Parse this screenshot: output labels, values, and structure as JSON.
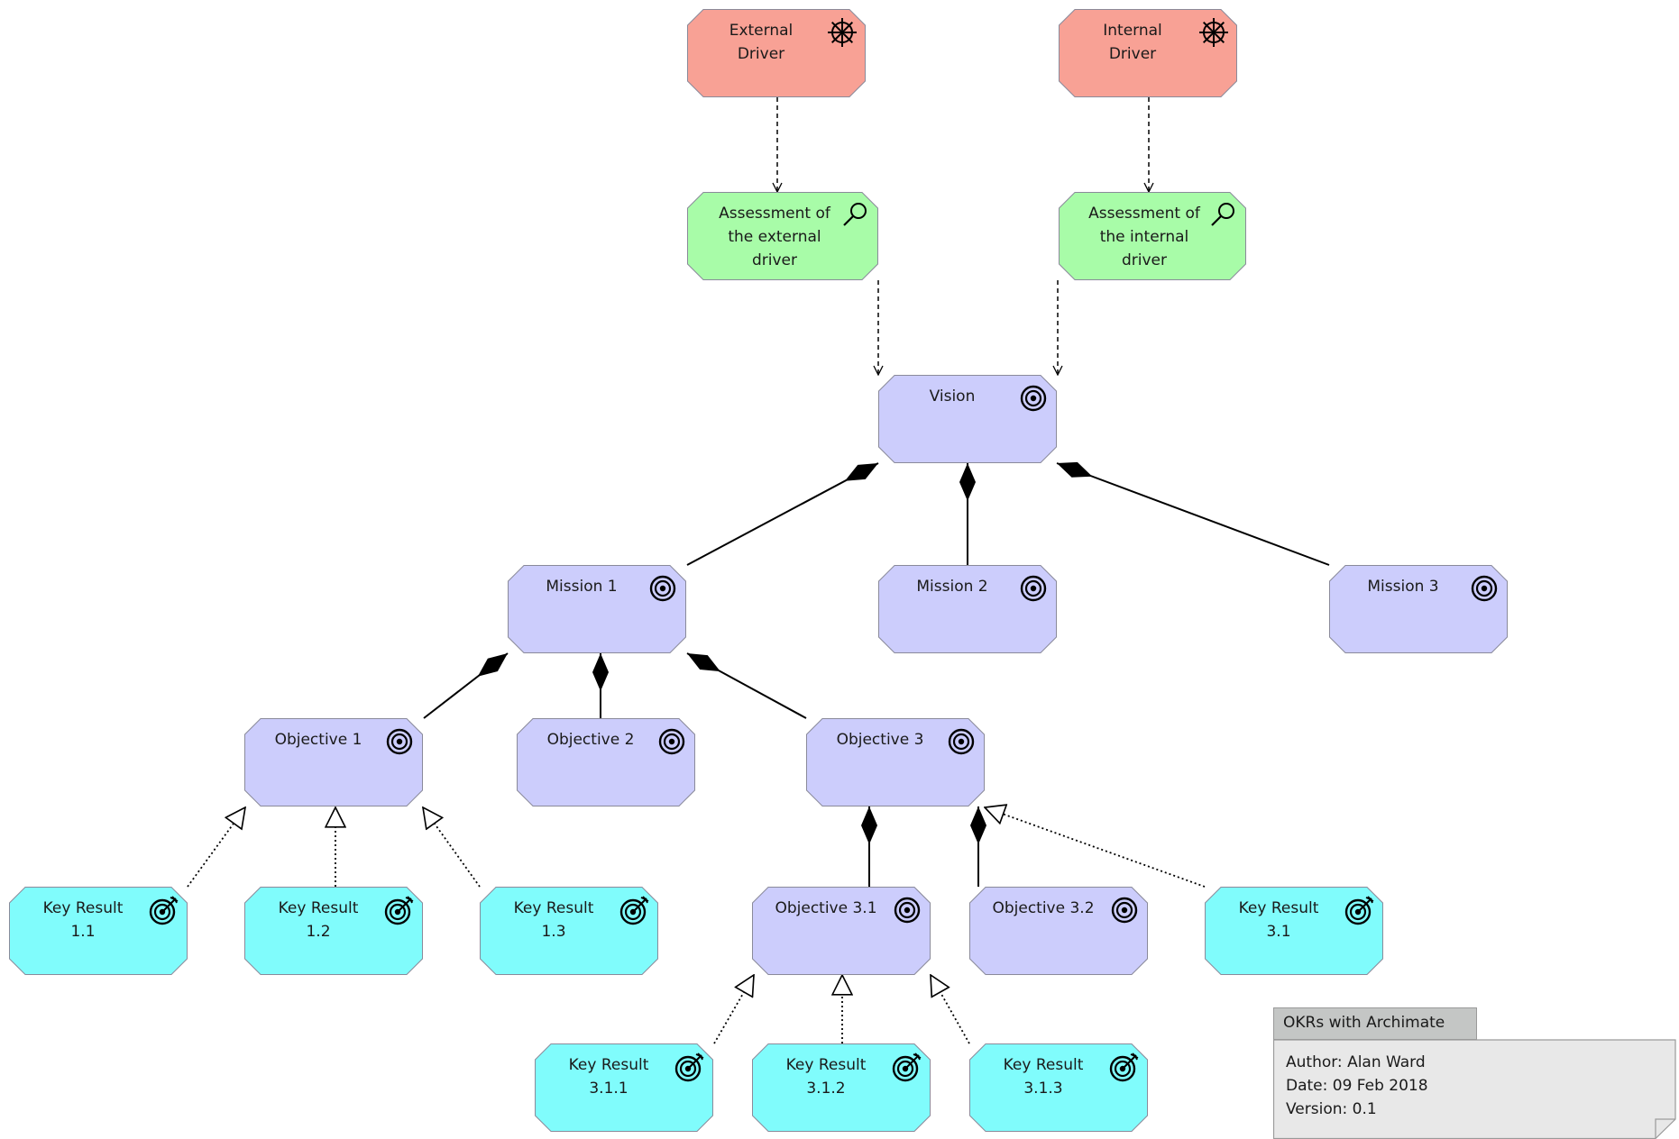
{
  "colors": {
    "driver": "#f8a195",
    "assessment": "#a8fca8",
    "goal": "#cccdfc",
    "key_result": "#80fcfc",
    "note": "#e8e8e8"
  },
  "nodes": {
    "external_driver": {
      "label": "External\nDriver",
      "icon": "driver-wheel-icon"
    },
    "internal_driver": {
      "label": "Internal\nDriver",
      "icon": "driver-wheel-icon"
    },
    "assessment_external": {
      "label": "Assessment of\nthe external\ndriver",
      "icon": "magnifier-icon"
    },
    "assessment_internal": {
      "label": "Assessment of\nthe internal\ndriver",
      "icon": "magnifier-icon"
    },
    "vision": {
      "label": "Vision",
      "icon": "target-icon"
    },
    "mission_1": {
      "label": "Mission 1",
      "icon": "target-icon"
    },
    "mission_2": {
      "label": "Mission 2",
      "icon": "target-icon"
    },
    "mission_3": {
      "label": "Mission 3",
      "icon": "target-icon"
    },
    "objective_1": {
      "label": "Objective 1",
      "icon": "target-icon"
    },
    "objective_2": {
      "label": "Objective 2",
      "icon": "target-icon"
    },
    "objective_3": {
      "label": "Objective 3",
      "icon": "target-icon"
    },
    "objective_3_1": {
      "label": "Objective 3.1",
      "icon": "target-icon"
    },
    "objective_3_2": {
      "label": "Objective 3.2",
      "icon": "target-icon"
    },
    "kr_1_1": {
      "label": "Key Result\n1.1",
      "icon": "outcome-arrow-target-icon"
    },
    "kr_1_2": {
      "label": "Key Result\n1.2",
      "icon": "outcome-arrow-target-icon"
    },
    "kr_1_3": {
      "label": "Key Result\n1.3",
      "icon": "outcome-arrow-target-icon"
    },
    "kr_3_1": {
      "label": "Key Result\n3.1",
      "icon": "outcome-arrow-target-icon"
    },
    "kr_3_1_1": {
      "label": "Key Result\n3.1.1",
      "icon": "outcome-arrow-target-icon"
    },
    "kr_3_1_2": {
      "label": "Key Result\n3.1.2",
      "icon": "outcome-arrow-target-icon"
    },
    "kr_3_1_3": {
      "label": "Key Result\n3.1.3",
      "icon": "outcome-arrow-target-icon"
    }
  },
  "relations": [
    {
      "from": "external_driver",
      "to": "assessment_external",
      "type": "influence"
    },
    {
      "from": "internal_driver",
      "to": "assessment_internal",
      "type": "influence"
    },
    {
      "from": "assessment_external",
      "to": "vision",
      "type": "influence"
    },
    {
      "from": "assessment_internal",
      "to": "vision",
      "type": "influence"
    },
    {
      "from": "vision",
      "to": "mission_1",
      "type": "composition"
    },
    {
      "from": "vision",
      "to": "mission_2",
      "type": "composition"
    },
    {
      "from": "vision",
      "to": "mission_3",
      "type": "composition"
    },
    {
      "from": "mission_1",
      "to": "objective_1",
      "type": "composition"
    },
    {
      "from": "mission_1",
      "to": "objective_2",
      "type": "composition"
    },
    {
      "from": "mission_1",
      "to": "objective_3",
      "type": "composition"
    },
    {
      "from": "objective_3",
      "to": "objective_3_1",
      "type": "composition"
    },
    {
      "from": "objective_3",
      "to": "objective_3_2",
      "type": "composition"
    },
    {
      "from": "kr_1_1",
      "to": "objective_1",
      "type": "realization"
    },
    {
      "from": "kr_1_2",
      "to": "objective_1",
      "type": "realization"
    },
    {
      "from": "kr_1_3",
      "to": "objective_1",
      "type": "realization"
    },
    {
      "from": "kr_3_1",
      "to": "objective_3",
      "type": "realization"
    },
    {
      "from": "kr_3_1_1",
      "to": "objective_3_1",
      "type": "realization"
    },
    {
      "from": "kr_3_1_2",
      "to": "objective_3_1",
      "type": "realization"
    },
    {
      "from": "kr_3_1_3",
      "to": "objective_3_1",
      "type": "realization"
    }
  ],
  "note": {
    "title": "OKRs with Archimate",
    "author": "Author: Alan Ward",
    "date": "Date: 09 Feb 2018",
    "version": "Version: 0.1"
  }
}
